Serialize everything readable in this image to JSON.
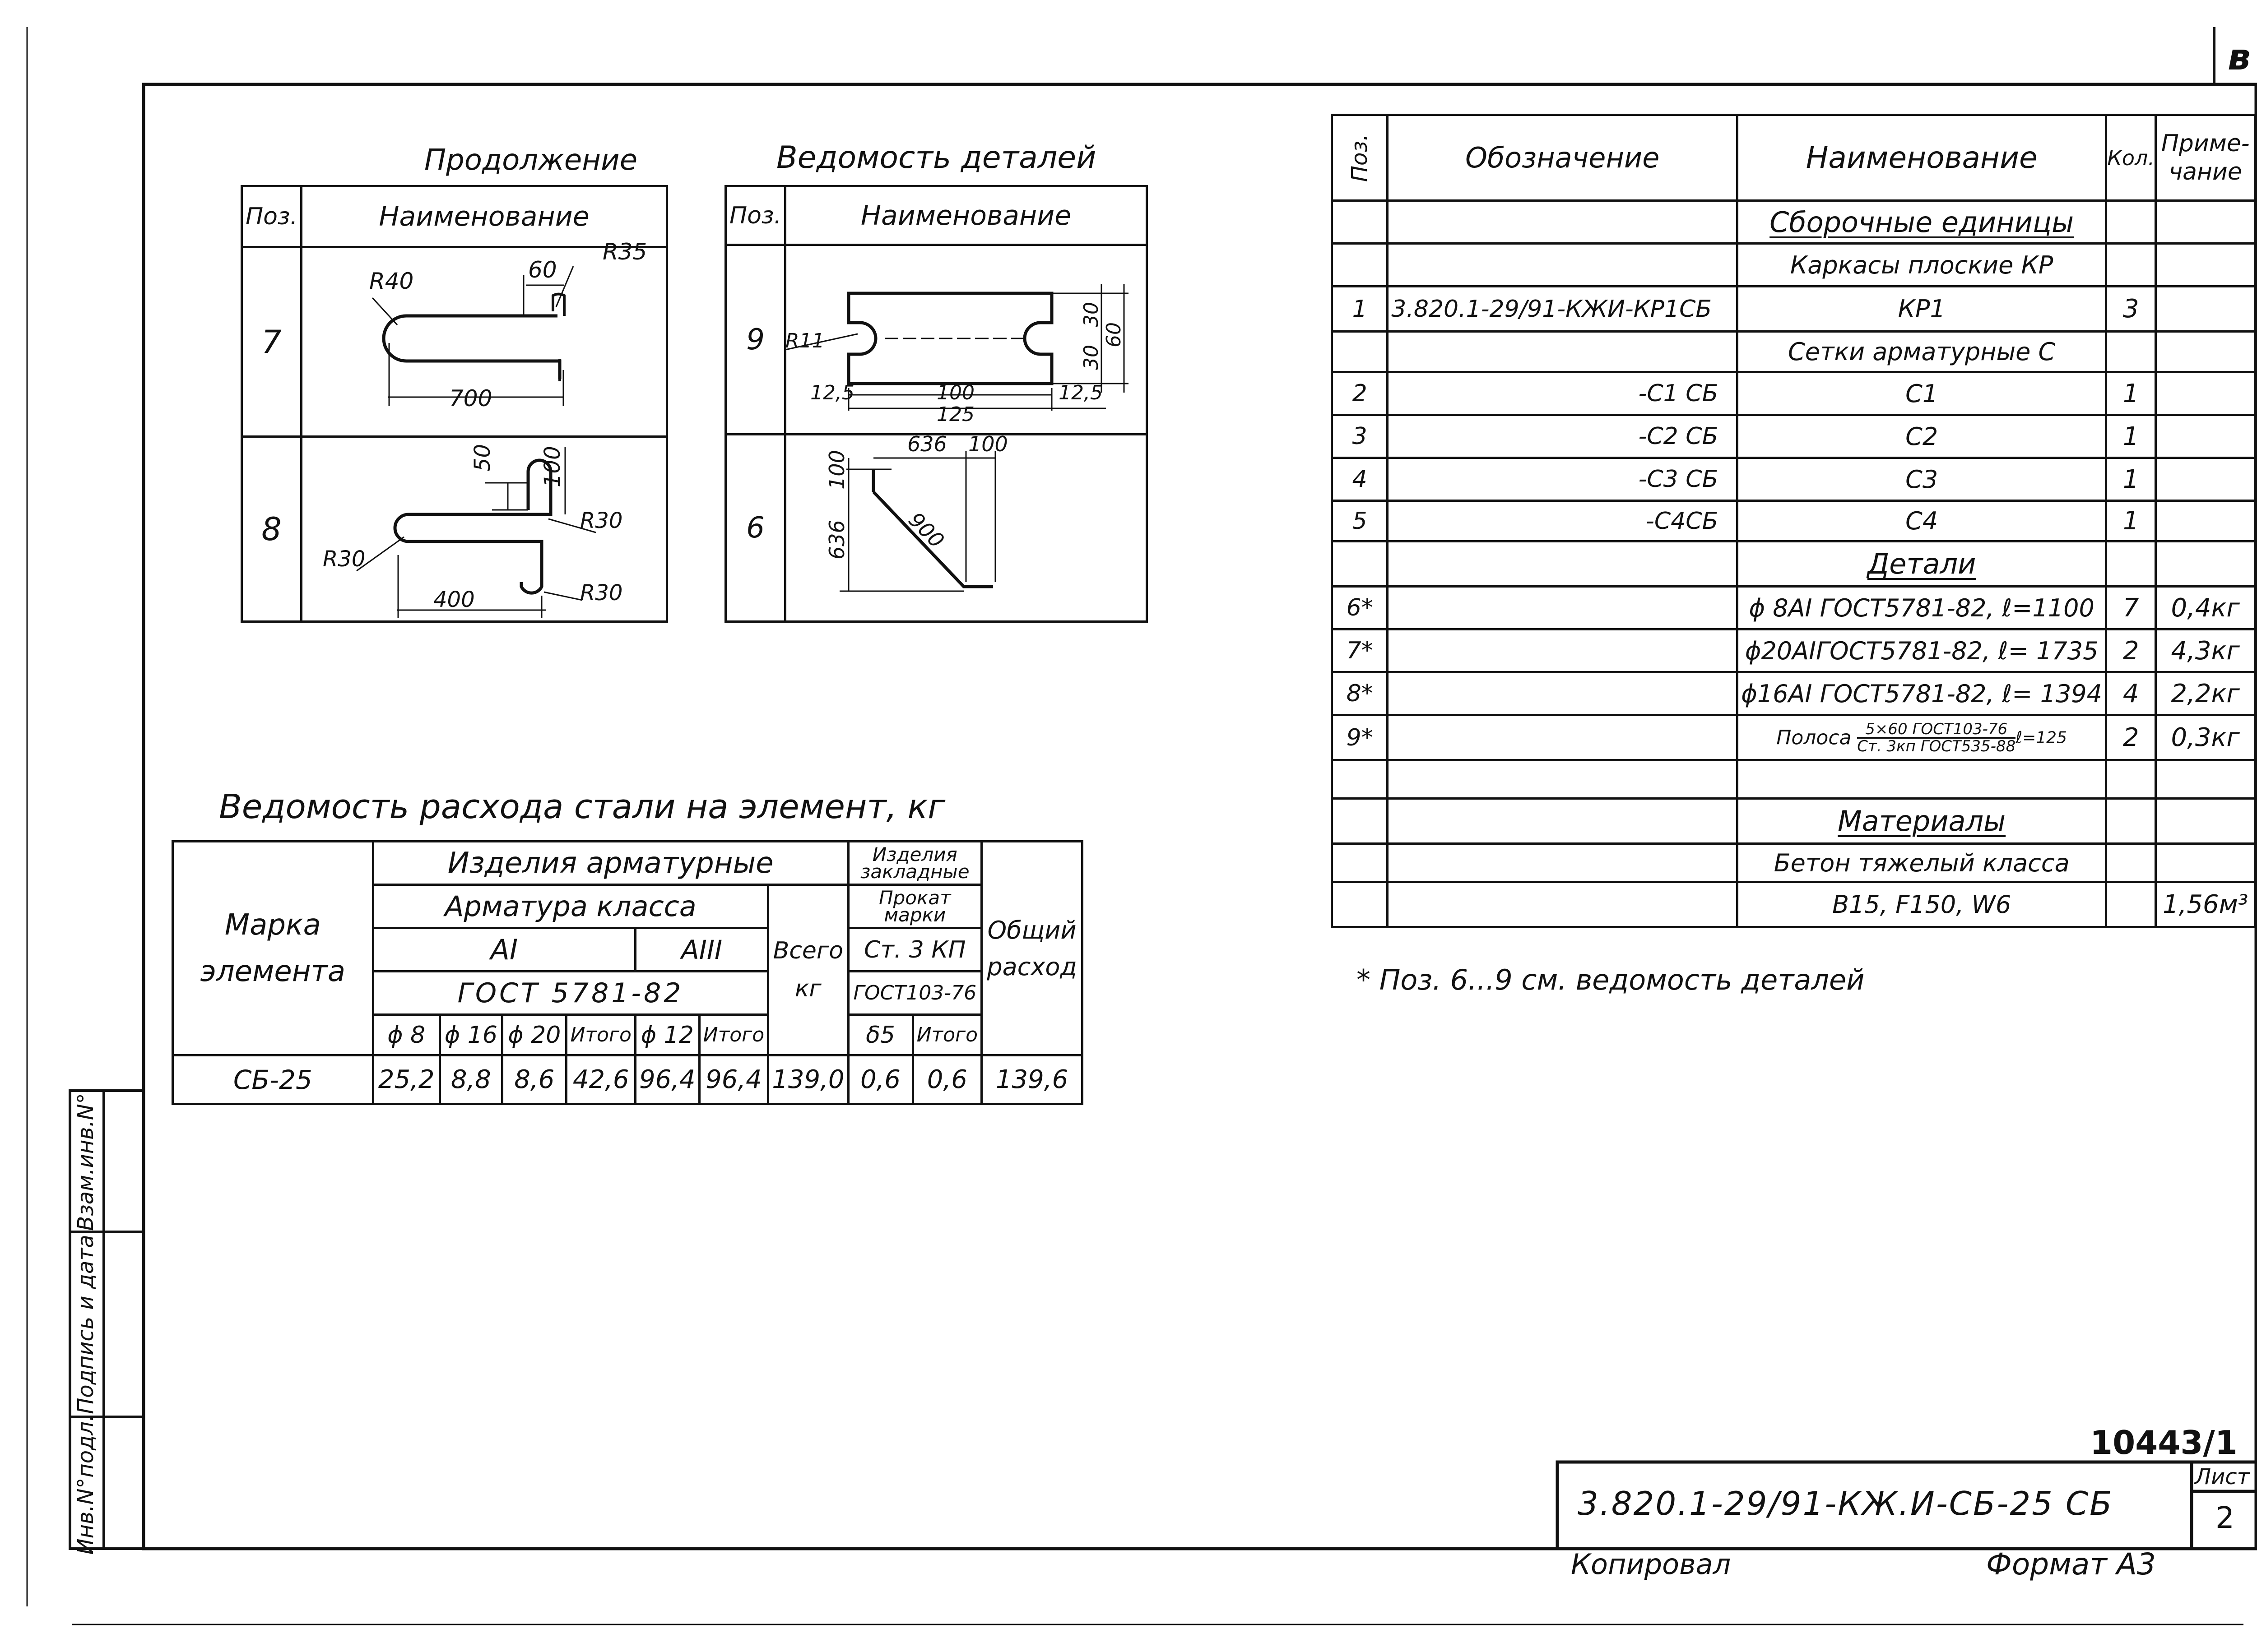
{
  "sheet_letter": "в",
  "side_stamp": [
    "Инв.N°подл.",
    "Подпись и дата",
    "Взам.инв.N°"
  ],
  "titles": {
    "continuation": "Продолжение",
    "details": "Ведомость деталей",
    "steel": "Ведомость расхода стали на элемент, кг"
  },
  "cont_table": {
    "headers": [
      "Поз.",
      "Наименование"
    ],
    "rows": [
      {
        "pos": "7"
      },
      {
        "pos": "8"
      }
    ]
  },
  "det_table": {
    "headers": [
      "Поз.",
      "Наименование"
    ],
    "rows": [
      {
        "pos": "9"
      },
      {
        "pos": "6"
      }
    ]
  },
  "sketch7": {
    "r40": "R40",
    "d60": "60",
    "r35": "R35",
    "d700": "700"
  },
  "sketch8": {
    "d50": "50",
    "d100": "100",
    "r30a": "R30",
    "r30b": "R30",
    "r30c": "R30",
    "d400": "400"
  },
  "sketch9": {
    "r11": "R11",
    "d30a": "30",
    "d30b": "30",
    "d60": "60",
    "d125a": "12,5",
    "d100": "100",
    "d125b": "12,5",
    "d125": "125"
  },
  "sketch6": {
    "d636a": "636",
    "d100a": "100",
    "d100b": "100",
    "d636b": "636",
    "d900": "900"
  },
  "steel_table": {
    "marka": [
      "Марка",
      "элемента"
    ],
    "izd_arm": "Изделия арматурные",
    "izd_zakl": [
      "Изделия",
      "закладные"
    ],
    "arm_class": "Арматура класса",
    "prokat": [
      "Прокат",
      "марки"
    ],
    "obshiy": [
      "Общий",
      "расход"
    ],
    "ai": "AI",
    "aiii": "AIII",
    "vsego": [
      "Всего",
      "кг"
    ],
    "st3": "Ст. 3 КП",
    "gost5781": "ГОСТ 5781-82",
    "gost103": "ГОСТ103-76",
    "cols": [
      "ϕ 8",
      "ϕ 16",
      "ϕ 20",
      "Итого",
      "ϕ 12",
      "Итого",
      "δ5",
      "Итого"
    ],
    "row": [
      "СБ-25",
      "25,2",
      "8,8",
      "8,6",
      "42,6",
      "96,4",
      "96,4",
      "139,0",
      "0,6",
      "0,6",
      "139,6"
    ]
  },
  "spec_table": {
    "headers": [
      "Поз.",
      "Обозначение",
      "Наименование",
      "Кол.",
      "Приме-",
      "чание"
    ],
    "rows": [
      {
        "pos": "",
        "oboz": "",
        "name": "Сборочные единицы",
        "kol": "",
        "prim": "",
        "head": true
      },
      {
        "pos": "",
        "oboz": "",
        "name": "Каркасы плоские КР",
        "kol": "",
        "prim": ""
      },
      {
        "pos": "1",
        "oboz": "3.820.1-29/91-КЖИ-КР1СБ",
        "name": "КР1",
        "kol": "3",
        "prim": ""
      },
      {
        "pos": "",
        "oboz": "",
        "name": "Сетки арматурные С",
        "kol": "",
        "prim": ""
      },
      {
        "pos": "2",
        "oboz": "-С1 СБ",
        "name": "С1",
        "kol": "1",
        "prim": ""
      },
      {
        "pos": "3",
        "oboz": "-С2 СБ",
        "name": "С2",
        "kol": "1",
        "prim": ""
      },
      {
        "pos": "4",
        "oboz": "-С3 СБ",
        "name": "С3",
        "kol": "1",
        "prim": ""
      },
      {
        "pos": "5",
        "oboz": "-С4СБ",
        "name": "С4",
        "kol": "1",
        "prim": ""
      },
      {
        "pos": "",
        "oboz": "",
        "name": "Детали",
        "kol": "",
        "prim": "",
        "head": true
      },
      {
        "pos": "6*",
        "oboz": "",
        "name": "ϕ 8AI ГОСТ5781-82, ℓ=1100",
        "kol": "7",
        "prim": "0,4кг"
      },
      {
        "pos": "7*",
        "oboz": "",
        "name": "ϕ20AIГОСТ5781-82, ℓ= 1735",
        "kol": "2",
        "prim": "4,3кг"
      },
      {
        "pos": "8*",
        "oboz": "",
        "name": "ϕ16AI ГОСТ5781-82, ℓ= 1394",
        "kol": "4",
        "prim": "2,2кг"
      },
      {
        "pos": "9*",
        "oboz": "",
        "name": "",
        "kol": "2",
        "prim": "0,3кг"
      },
      {
        "pos": "",
        "oboz": "",
        "name": "",
        "kol": "",
        "prim": ""
      },
      {
        "pos": "",
        "oboz": "",
        "name": "Материалы",
        "kol": "",
        "prim": "",
        "head": true
      },
      {
        "pos": "",
        "oboz": "",
        "name": "Бетон тяжелый класса",
        "kol": "",
        "prim": ""
      },
      {
        "pos": "",
        "oboz": "",
        "name": "В15, F150, W6",
        "kol": "",
        "prim": "1,56м³"
      }
    ],
    "polosa": {
      "word": "Полоса",
      "num": "5×60 ГОСТ103-76",
      "den": "Ст. 3кп ГОСТ535-88",
      "len": "ℓ=125"
    }
  },
  "footnote": "* Поз. 6...9 см. ведомость деталей",
  "stamp": {
    "number": "10443/1",
    "code": "3.820.1-29/91-КЖ.И-СБ-25 СБ",
    "list_label": "Лист",
    "list_no": "2",
    "kopiroval": "Копировал",
    "format": "Формат А3"
  }
}
